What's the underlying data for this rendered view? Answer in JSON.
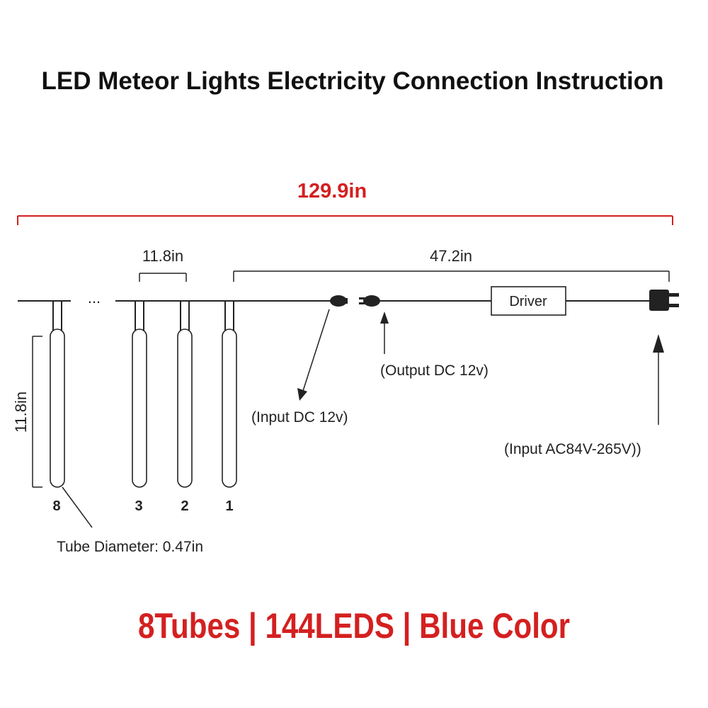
{
  "title": "LED Meteor Lights Electricity Connection Instruction",
  "total_length": "129.9in",
  "tube_spacing": "11.8in",
  "lead_length": "47.2in",
  "tube_height": "11.8in",
  "ellipsis": "...",
  "tubes": [
    {
      "number": "8"
    },
    {
      "number": "3"
    },
    {
      "number": "2"
    },
    {
      "number": "1"
    }
  ],
  "driver_label": "Driver",
  "labels": {
    "input_dc": "(Input DC 12v)",
    "output_dc": "(Output DC 12v)",
    "input_ac": "(Input  AC84V-265V))",
    "tube_diameter": "Tube Diameter: 0.47in"
  },
  "footer": "8Tubes | 144LEDS | Blue Color",
  "colors": {
    "accent_red": "#d42020",
    "line": "#222222"
  }
}
